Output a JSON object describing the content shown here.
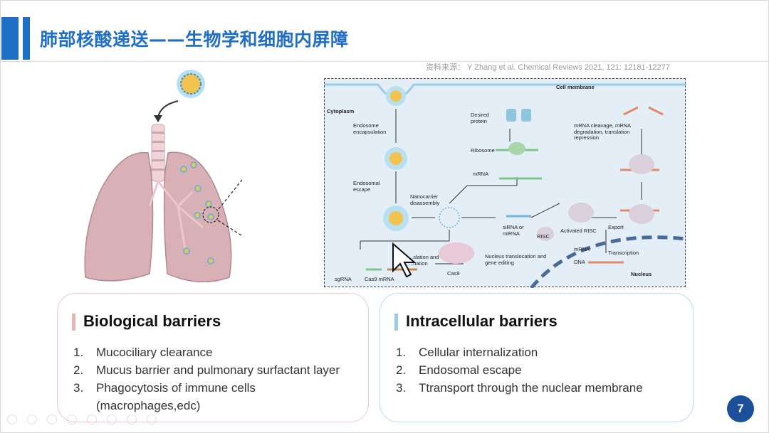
{
  "slide": {
    "title": "肺部核酸递送——生物学和细胞内屏障",
    "source": "资料来源： Y Zhang et al. Chemical Reviews 2021, 121: 12181-12277",
    "page_number": "7"
  },
  "diagram": {
    "labels": {
      "cell_membrane": "Cell membrane",
      "cytoplasm": "Cytoplasm",
      "desired_protein": "Desired protein",
      "endosome_encapsulation": "Endosome encapsulation",
      "ribosome": "Ribosome",
      "mrna_top": "mRNA",
      "mrna_cleavage": "mRNA cleavage, mRNA degradation, translation repression",
      "endosomal_escape": "Endosomal escape",
      "nanocarrier_disassembly": "Nanocarrier disassembly",
      "sirna": "siRNA or miRNA",
      "risc": "RISC",
      "activated_risc": "Activated RISC",
      "export": "Export",
      "translation": "...slation and ...nation",
      "nucleus_translocation": "Nucleus translocation and gene editing",
      "mrna_nucleus": "mRNA",
      "transcription": "Transcription",
      "dna": "DNA",
      "sgrna": "sgRNA",
      "cas9_mrna": "Cas9 mRNA",
      "cas9": "Cas9",
      "nucleus": "Nucleus"
    }
  },
  "cards": {
    "biological": {
      "title": "Biological barriers",
      "items": [
        {
          "n": "1.",
          "text": "Mucociliary clearance"
        },
        {
          "n": "2.",
          "text": "Mucus barrier and pulmonary surfactant layer"
        },
        {
          "n": "3.",
          "text": "Phagocytosis of immune cells (macrophages,edc)"
        }
      ]
    },
    "intracellular": {
      "title": "Intracellular barriers",
      "items": [
        {
          "n": "1.",
          "text": "Cellular internalization"
        },
        {
          "n": "2.",
          "text": "Endosomal escape"
        },
        {
          "n": "3.",
          "text": "Ttransport through the nuclear membrane"
        }
      ]
    }
  },
  "colors": {
    "accent": "#1f6fc6",
    "biological_accent": "#e8b4b4",
    "intracellular_accent": "#9ccbea",
    "badge": "#1b4f9a"
  }
}
